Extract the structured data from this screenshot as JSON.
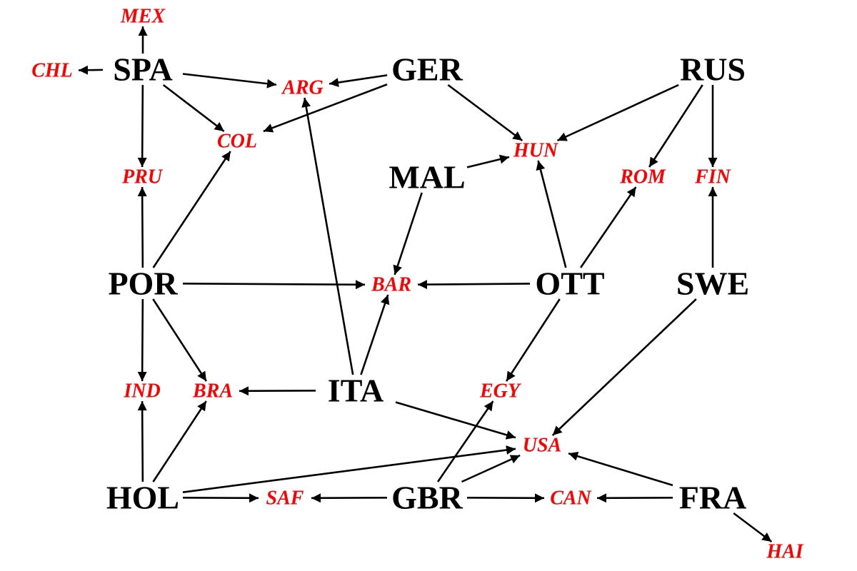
{
  "colors": {
    "major": "#000000",
    "minor": "#ff0000",
    "edge": "#000000"
  },
  "nodes": {
    "SPA": {
      "label": "SPA",
      "kind": "major"
    },
    "GER": {
      "label": "GER",
      "kind": "major"
    },
    "RUS": {
      "label": "RUS",
      "kind": "major"
    },
    "MAL": {
      "label": "MAL",
      "kind": "major"
    },
    "POR": {
      "label": "POR",
      "kind": "major"
    },
    "OTT": {
      "label": "OTT",
      "kind": "major"
    },
    "SWE": {
      "label": "SWE",
      "kind": "major"
    },
    "ITA": {
      "label": "ITA",
      "kind": "major"
    },
    "HOL": {
      "label": "HOL",
      "kind": "major"
    },
    "GBR": {
      "label": "GBR",
      "kind": "major"
    },
    "FRA": {
      "label": "FRA",
      "kind": "major"
    },
    "MEX": {
      "label": "MEX",
      "kind": "minor"
    },
    "CHL": {
      "label": "CHL",
      "kind": "minor"
    },
    "ARG": {
      "label": "ARG",
      "kind": "minor"
    },
    "COL": {
      "label": "COL",
      "kind": "minor"
    },
    "PRU": {
      "label": "PRU",
      "kind": "minor"
    },
    "HUN": {
      "label": "HUN",
      "kind": "minor"
    },
    "ROM": {
      "label": "ROM",
      "kind": "minor"
    },
    "FIN": {
      "label": "FIN",
      "kind": "minor"
    },
    "BAR": {
      "label": "BAR",
      "kind": "minor"
    },
    "IND": {
      "label": "IND",
      "kind": "minor"
    },
    "BRA": {
      "label": "BRA",
      "kind": "minor"
    },
    "EGY": {
      "label": "EGY",
      "kind": "minor"
    },
    "USA": {
      "label": "USA",
      "kind": "minor"
    },
    "SAF": {
      "label": "SAF",
      "kind": "minor"
    },
    "CAN": {
      "label": "CAN",
      "kind": "minor"
    },
    "HAI": {
      "label": "HAI",
      "kind": "minor"
    }
  },
  "edges": [
    {
      "from": "SPA",
      "to": "MEX"
    },
    {
      "from": "SPA",
      "to": "CHL"
    },
    {
      "from": "SPA",
      "to": "ARG"
    },
    {
      "from": "SPA",
      "to": "COL"
    },
    {
      "from": "SPA",
      "to": "PRU"
    },
    {
      "from": "GER",
      "to": "ARG"
    },
    {
      "from": "GER",
      "to": "COL"
    },
    {
      "from": "GER",
      "to": "HUN"
    },
    {
      "from": "RUS",
      "to": "HUN"
    },
    {
      "from": "RUS",
      "to": "ROM"
    },
    {
      "from": "RUS",
      "to": "FIN"
    },
    {
      "from": "MAL",
      "to": "HUN"
    },
    {
      "from": "MAL",
      "to": "BAR"
    },
    {
      "from": "POR",
      "to": "PRU"
    },
    {
      "from": "POR",
      "to": "COL"
    },
    {
      "from": "POR",
      "to": "BAR"
    },
    {
      "from": "POR",
      "to": "IND"
    },
    {
      "from": "POR",
      "to": "BRA"
    },
    {
      "from": "OTT",
      "to": "BAR"
    },
    {
      "from": "OTT",
      "to": "HUN"
    },
    {
      "from": "OTT",
      "to": "ROM"
    },
    {
      "from": "OTT",
      "to": "EGY"
    },
    {
      "from": "SWE",
      "to": "FIN"
    },
    {
      "from": "SWE",
      "to": "USA"
    },
    {
      "from": "ITA",
      "to": "ARG"
    },
    {
      "from": "ITA",
      "to": "BAR"
    },
    {
      "from": "ITA",
      "to": "BRA"
    },
    {
      "from": "ITA",
      "to": "USA"
    },
    {
      "from": "HOL",
      "to": "IND"
    },
    {
      "from": "HOL",
      "to": "BRA"
    },
    {
      "from": "HOL",
      "to": "USA"
    },
    {
      "from": "HOL",
      "to": "SAF"
    },
    {
      "from": "GBR",
      "to": "EGY"
    },
    {
      "from": "GBR",
      "to": "USA"
    },
    {
      "from": "GBR",
      "to": "SAF"
    },
    {
      "from": "GBR",
      "to": "CAN"
    },
    {
      "from": "FRA",
      "to": "USA"
    },
    {
      "from": "FRA",
      "to": "CAN"
    },
    {
      "from": "FRA",
      "to": "HAI"
    }
  ]
}
